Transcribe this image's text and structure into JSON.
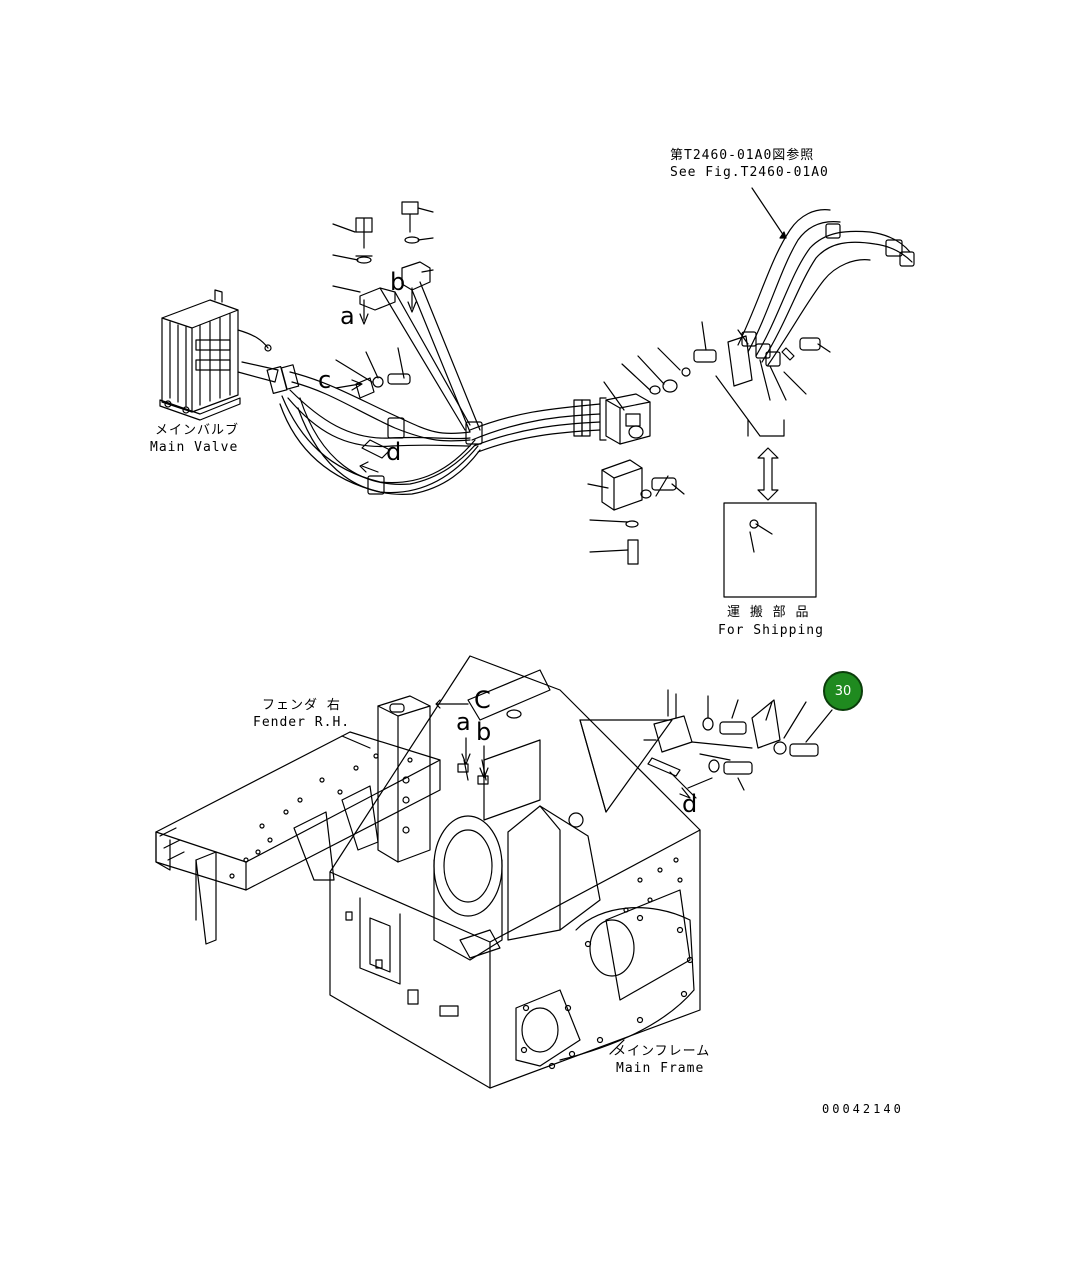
{
  "reference": {
    "jp": "第T2460-01A0図参照",
    "en": "See Fig.T2460-01A0"
  },
  "main_valve": {
    "jp": "メインバルブ",
    "en": "Main Valve"
  },
  "shipping": {
    "jp": "運 搬 部 品",
    "en": "For Shipping"
  },
  "fender": {
    "jp": "フェンダ 右",
    "en": "Fender R.H."
  },
  "main_frame": {
    "jp": "メインフレーム",
    "en": "Main Frame"
  },
  "view_letters": {
    "a": "a",
    "b": "b",
    "c": "c",
    "d": "d",
    "C": "C"
  },
  "drawing_number": "00042140",
  "callout": {
    "number": "30",
    "color": "#1f8a1f"
  }
}
